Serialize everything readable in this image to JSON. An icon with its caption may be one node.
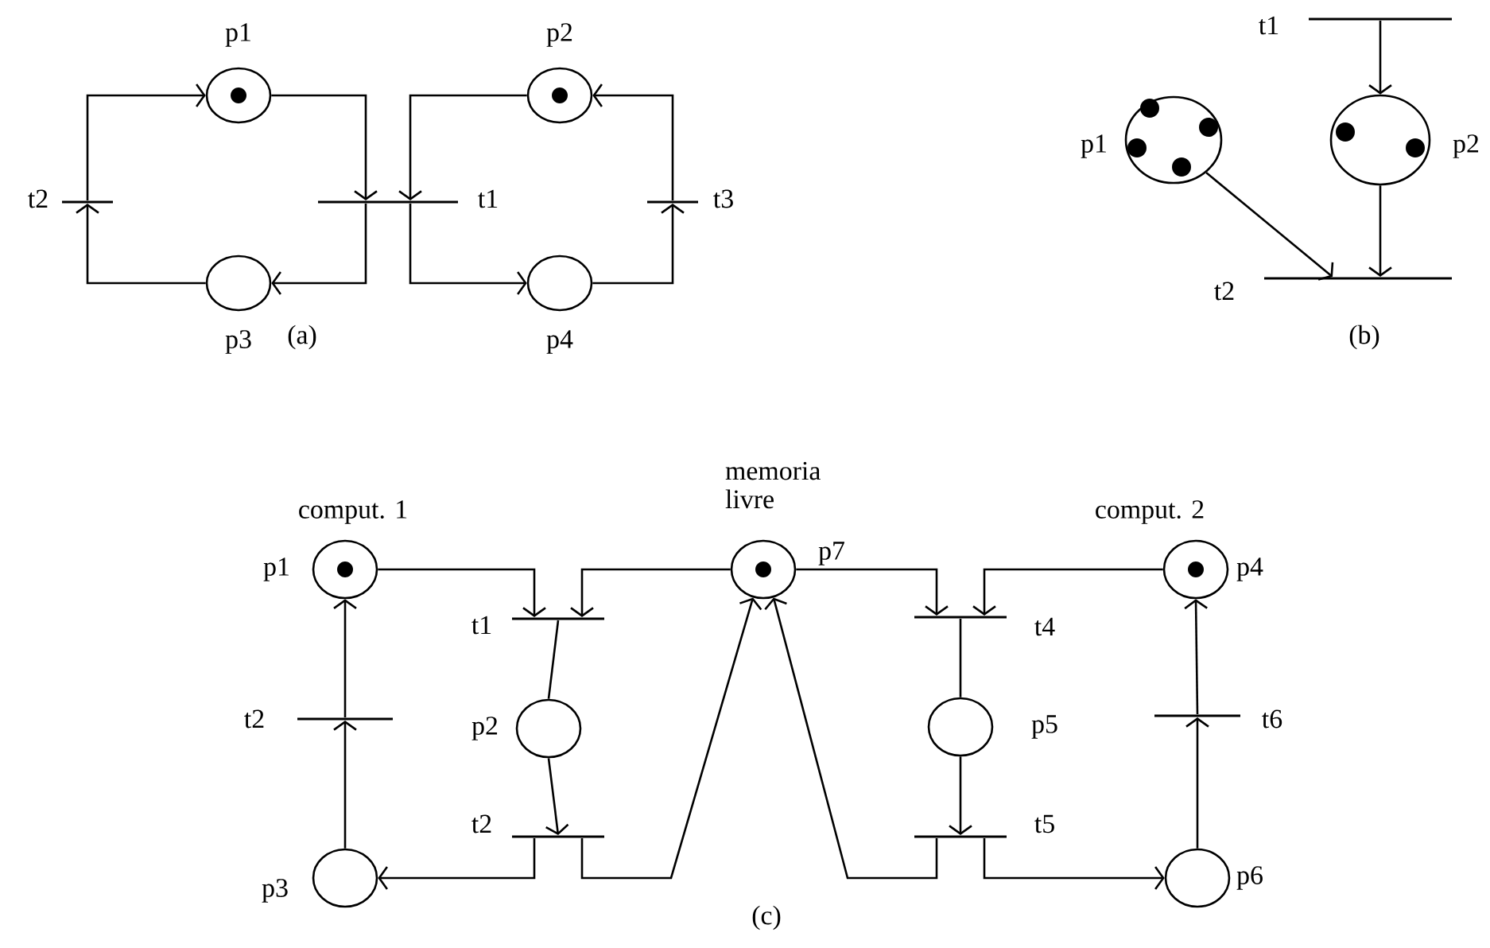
{
  "diagram": {
    "nodes": [
      {
        "text": [],
        "shape": "circle",
        "beside": [
          "p1"
        ]
      },
      {
        "text": [],
        "shape": "circle",
        "beside": [
          "p2"
        ]
      },
      {
        "text": [],
        "shape": "bar",
        "beside": [
          "t2"
        ]
      },
      {
        "text": [],
        "shape": "bar",
        "beside": [
          "t1"
        ]
      },
      {
        "text": [],
        "shape": "bar",
        "beside": [
          "t3"
        ]
      },
      {
        "text": [],
        "shape": "circle",
        "beside": [
          "p3"
        ]
      },
      {
        "text": [],
        "shape": "circle",
        "beside": [
          "p4"
        ]
      },
      {
        "text": [],
        "shape": "bar",
        "beside": [
          "t1"
        ]
      },
      {
        "text": [],
        "shape": "circle",
        "beside": [
          "p1"
        ]
      },
      {
        "text": [],
        "shape": "circle",
        "beside": [
          "p2"
        ]
      },
      {
        "text": [],
        "shape": "bar",
        "beside": [
          "t2"
        ]
      },
      {
        "text": [],
        "shape": "circle",
        "beside": [
          "comput. 1",
          "p1"
        ]
      },
      {
        "text": [],
        "shape": "circle",
        "beside": [
          "memoria livre",
          "p7"
        ]
      },
      {
        "text": [],
        "shape": "circle",
        "beside": [
          "comput. 2",
          "p4"
        ]
      },
      {
        "text": [],
        "shape": "bar",
        "beside": [
          "t1"
        ]
      },
      {
        "text": [],
        "shape": "bar",
        "beside": [
          "t4"
        ]
      },
      {
        "text": [],
        "shape": "bar",
        "beside": [
          "t2"
        ]
      },
      {
        "text": [],
        "shape": "circle",
        "beside": [
          "p2"
        ]
      },
      {
        "text": [],
        "shape": "circle",
        "beside": [
          "p5"
        ]
      },
      {
        "text": [],
        "shape": "bar",
        "beside": [
          "t6"
        ]
      },
      {
        "text": [],
        "shape": "bar",
        "beside": [
          "t2"
        ]
      },
      {
        "text": [],
        "shape": "bar",
        "beside": [
          "t5"
        ]
      },
      {
        "text": [],
        "shape": "circle",
        "beside": [
          "p3"
        ]
      },
      {
        "text": [],
        "shape": "circle",
        "beside": [
          "p6"
        ]
      }
    ],
    "edges": [
      {
        "from": 5,
        "to": 2,
        "arrow": "to"
      },
      {
        "from": 2,
        "to": 0,
        "arrow": "to"
      },
      {
        "from": 0,
        "to": 3,
        "arrow": "to"
      },
      {
        "from": 3,
        "to": 5,
        "arrow": "to"
      },
      {
        "from": 1,
        "to": 3,
        "arrow": "to"
      },
      {
        "from": 3,
        "to": 6,
        "arrow": "to"
      },
      {
        "from": 6,
        "to": 4,
        "arrow": "to"
      },
      {
        "from": 4,
        "to": 1,
        "arrow": "to"
      },
      {
        "from": 7,
        "to": 9,
        "arrow": "to"
      },
      {
        "from": 9,
        "to": 10,
        "arrow": "to"
      },
      {
        "from": 8,
        "to": 10,
        "arrow": "to"
      },
      {
        "from": 11,
        "to": 14,
        "arrow": "to"
      },
      {
        "from": 12,
        "to": 14,
        "arrow": "to"
      },
      {
        "from": 12,
        "to": 15,
        "arrow": "to"
      },
      {
        "from": 13,
        "to": 15,
        "arrow": "to"
      },
      {
        "from": 14,
        "to": 17,
        "arrow": "none"
      },
      {
        "from": 15,
        "to": 18,
        "arrow": "none"
      },
      {
        "from": 22,
        "to": 16,
        "arrow": "to"
      },
      {
        "from": 16,
        "to": 11,
        "arrow": "to"
      },
      {
        "from": 17,
        "to": 20,
        "arrow": "to"
      },
      {
        "from": 18,
        "to": 21,
        "arrow": "to"
      },
      {
        "from": 23,
        "to": 19,
        "arrow": "to"
      },
      {
        "from": 19,
        "to": 13,
        "arrow": "to"
      },
      {
        "from": 20,
        "to": 22,
        "arrow": "to"
      },
      {
        "from": 20,
        "to": 12,
        "arrow": "to"
      },
      {
        "from": 21,
        "to": 12,
        "arrow": "to"
      },
      {
        "from": 21,
        "to": 23,
        "arrow": "to"
      }
    ],
    "labels": [
      "(a)",
      "(b)",
      "(c)"
    ]
  }
}
